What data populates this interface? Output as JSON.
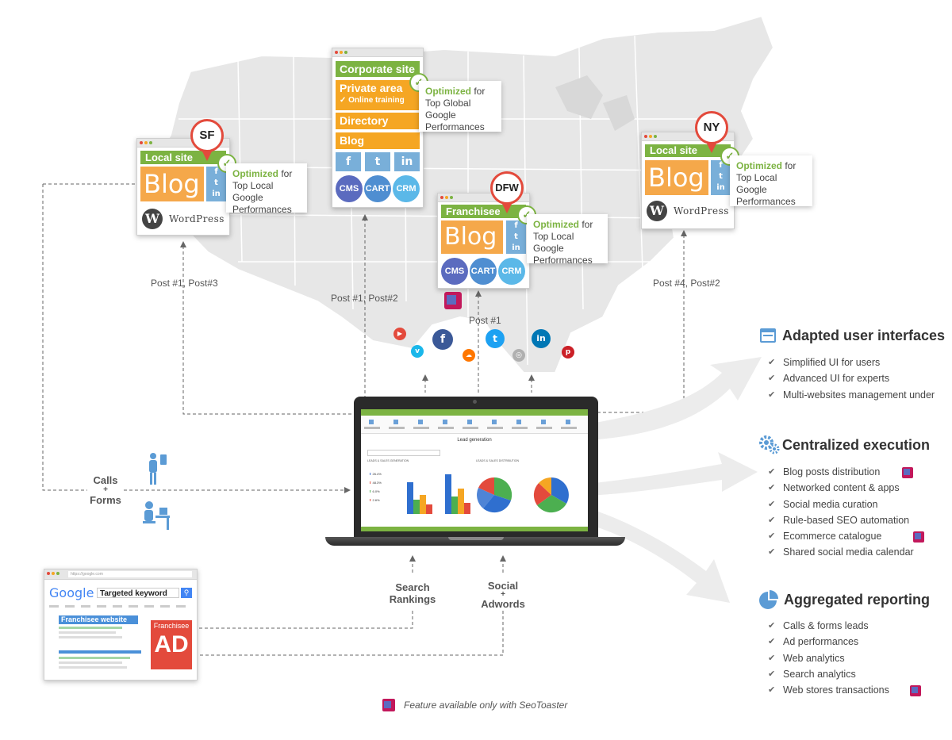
{
  "cards": {
    "corporate": {
      "rows": [
        "Corporate site",
        "Private area",
        "Directory",
        "Blog"
      ],
      "sub": "✓ Online training",
      "social": [
        "f",
        "t",
        "in"
      ],
      "circles": [
        "CMS",
        "CART",
        "CRM"
      ]
    },
    "sf": {
      "pin": "SF",
      "header": "Local site",
      "blog": "Blog",
      "social": [
        "f",
        "t",
        "in"
      ],
      "wordpress": "WordPress"
    },
    "dfw": {
      "pin": "DFW",
      "header": "Franchisee",
      "blog": "Blog",
      "social": [
        "f",
        "t",
        "in"
      ],
      "circles": [
        "CMS",
        "CART",
        "CRM"
      ]
    },
    "ny": {
      "pin": "NY",
      "header": "Local site",
      "blog": "Blog",
      "social": [
        "f",
        "t",
        "in"
      ],
      "wordpress": "WordPress"
    }
  },
  "callouts": {
    "global": {
      "bold": "Optimized",
      "rest": " for",
      "line2": "Top Global Google",
      "line3": "Performances"
    },
    "sf": {
      "bold": "Optimized",
      "rest": " for",
      "line2": "Top Local Google",
      "line3": "Performances"
    },
    "dfw": {
      "bold": "Optimized",
      "rest": " for",
      "line2": "Top Local Google",
      "line3": "Performances"
    },
    "ny": {
      "bold": "Optimized",
      "rest": " for",
      "line2": "Top Local Google",
      "line3": "Performances"
    }
  },
  "posts": {
    "sf": "Post #1, Post#3",
    "corp": "Post #1, Post#2",
    "dfw": "Post #1",
    "ny": "Post #4, Post#2"
  },
  "calls": {
    "line1": "Calls",
    "plus": "+",
    "line2": "Forms"
  },
  "search": {
    "line1": "Search",
    "line2": "Rankings"
  },
  "social_ad": {
    "line1": "Social",
    "plus": "+",
    "line2": "Adwords"
  },
  "google": {
    "logo": "Google",
    "keyword": "Targeted keyword",
    "address": "https://google.com",
    "result": "Franchisee website",
    "ad_label": "Franchisee",
    "ad_big": "AD"
  },
  "laptop": {
    "title": "Lead generation",
    "section1": "LEADS & SALES GENERATION",
    "section2": "LEADS & SALES DISTRIBUTION",
    "stats": [
      "26.4%",
      "48.3%",
      "6.0%",
      "2.6%"
    ]
  },
  "features": {
    "ui": {
      "title": "Adapted user interfaces",
      "items": [
        "Simplified UI for users",
        "Advanced UI for experts",
        "Multi-websites management under"
      ]
    },
    "exec": {
      "title": "Centralized execution",
      "items": [
        "Blog posts distribution",
        "Networked content & apps",
        "Social media curation",
        "Rule-based SEO automation",
        "Ecommerce catalogue",
        "Shared social media calendar"
      ]
    },
    "report": {
      "title": "Aggregated reporting",
      "items": [
        "Calls & forms leads",
        "Ad performances",
        "Web analytics",
        "Search analytics",
        "Web stores transactions"
      ]
    }
  },
  "footnote": "Feature available only with SeoToaster",
  "colors": {
    "green": "#7cb342",
    "orange": "#f5a623",
    "blue": "#79afd9",
    "red": "#e34a3c"
  }
}
